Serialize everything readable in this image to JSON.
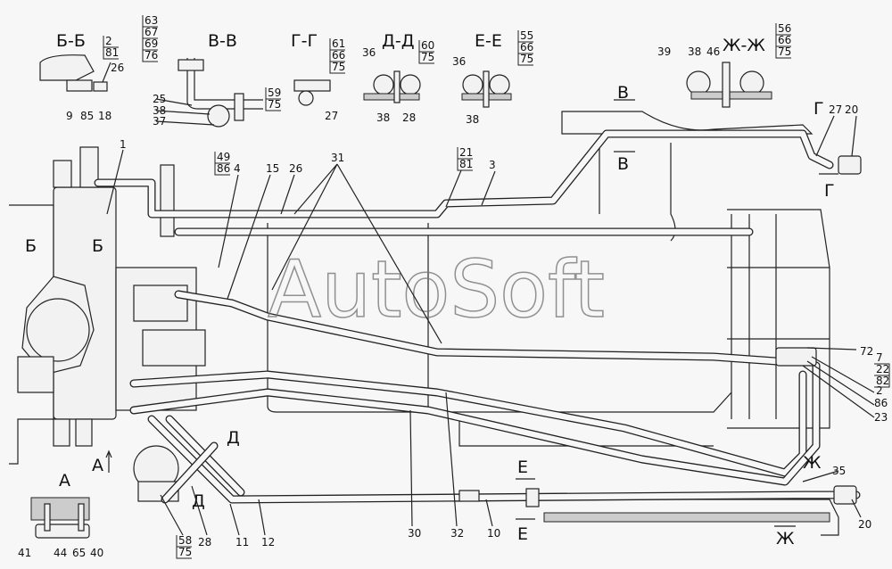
{
  "watermark": "AutoSoft",
  "sections": {
    "bb": "Б-Б",
    "vv": "В-В",
    "gg": "Г-Г",
    "dd": "Д-Д",
    "ee": "Е-Е",
    "zhzh": "Ж-Ж",
    "a": "А"
  },
  "section_marks": {
    "b_left": "Б",
    "b_right": "Б",
    "v_top": "В",
    "v_bottom": "В",
    "g_top": "Г",
    "g_bottom": "Г",
    "d_top": "Д",
    "d_bottom": "Д",
    "e_top": "Е",
    "e_bottom": "Е",
    "zh_top": "Ж",
    "zh_bottom": "Ж",
    "a_view": "А"
  },
  "stacks": {
    "bb": [
      "2",
      "81"
    ],
    "vv": [
      "63",
      "67",
      "69",
      "76"
    ],
    "vv2": [
      "59",
      "75"
    ],
    "gg": [
      "61",
      "66",
      "75"
    ],
    "dd": [
      "60",
      "75"
    ],
    "ee": [
      "55",
      "66",
      "75"
    ],
    "zhzh": [
      "56",
      "66",
      "75"
    ],
    "n49": [
      "49",
      "86"
    ],
    "n21": [
      "21",
      "81"
    ],
    "n7": [
      "7",
      "22",
      "82"
    ],
    "n58": [
      "58",
      "75"
    ]
  },
  "callouts": {
    "bb": [
      "26",
      "9",
      "85",
      "18"
    ],
    "vv": [
      "25",
      "38",
      "37"
    ],
    "gg": [
      "27"
    ],
    "dd": [
      "36",
      "38",
      "28"
    ],
    "ee": [
      "36",
      "38"
    ],
    "zhzh": [
      "39",
      "38",
      "46"
    ],
    "top_right": [
      "27",
      "20"
    ],
    "main_top": [
      "1",
      "4",
      "15",
      "26",
      "31",
      "3"
    ],
    "right": [
      "72",
      "2",
      "86",
      "23",
      "35",
      "20"
    ],
    "bottom": [
      "28",
      "11",
      "12",
      "30",
      "32",
      "10"
    ],
    "view_a": [
      "41",
      "44",
      "65",
      "40"
    ]
  }
}
